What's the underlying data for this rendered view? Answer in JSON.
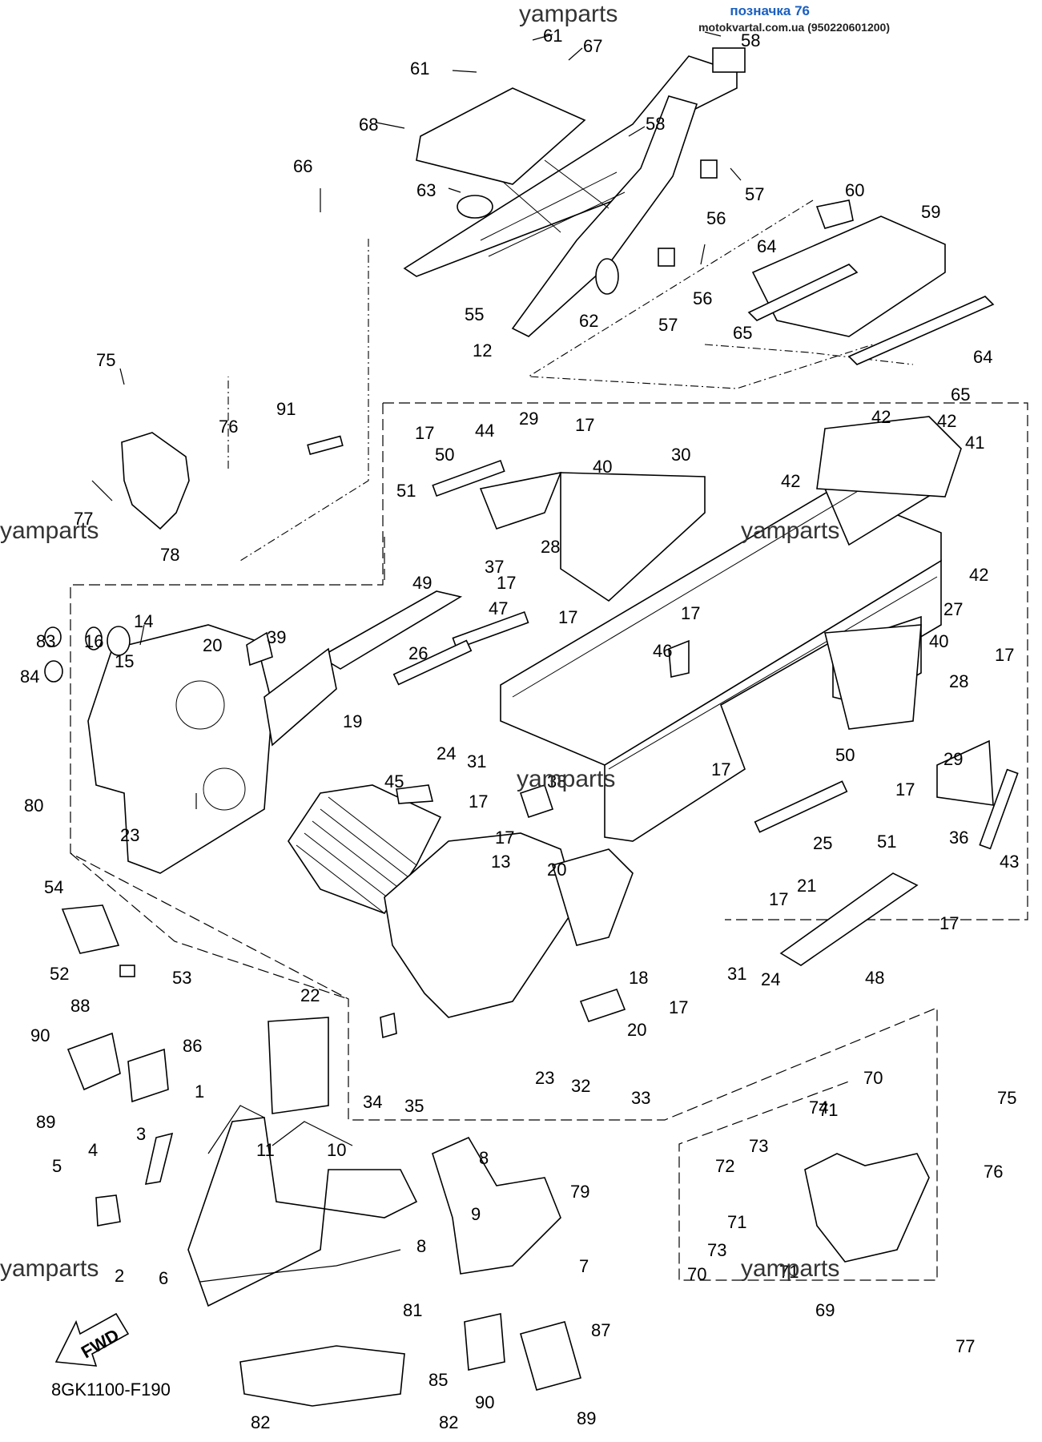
{
  "header": {
    "badge": "позначка 76",
    "source": "motokvartal.com.ua (950220601200)"
  },
  "watermark": "yamparts",
  "diagram_code": "8GK1100-F190",
  "fwd_label": "FWD",
  "callouts": [
    {
      "id": "c58a",
      "label": "58"
    },
    {
      "id": "c61a",
      "label": "61"
    },
    {
      "id": "c67",
      "label": "67"
    },
    {
      "id": "c61b",
      "label": "61"
    },
    {
      "id": "c68",
      "label": "68"
    },
    {
      "id": "c58b",
      "label": "58"
    },
    {
      "id": "c66",
      "label": "66"
    },
    {
      "id": "c63",
      "label": "63"
    },
    {
      "id": "c57a",
      "label": "57"
    },
    {
      "id": "c56a",
      "label": "56"
    },
    {
      "id": "c60",
      "label": "60"
    },
    {
      "id": "c59",
      "label": "59"
    },
    {
      "id": "c64a",
      "label": "64"
    },
    {
      "id": "c55",
      "label": "55"
    },
    {
      "id": "c62",
      "label": "62"
    },
    {
      "id": "c56b",
      "label": "56"
    },
    {
      "id": "c57b",
      "label": "57"
    },
    {
      "id": "c65a",
      "label": "65"
    },
    {
      "id": "c64b",
      "label": "64"
    },
    {
      "id": "c12",
      "label": "12"
    },
    {
      "id": "c65b",
      "label": "65"
    },
    {
      "id": "c75a",
      "label": "75"
    },
    {
      "id": "c91",
      "label": "91"
    },
    {
      "id": "c76a",
      "label": "76"
    },
    {
      "id": "c17a",
      "label": "17"
    },
    {
      "id": "c44",
      "label": "44"
    },
    {
      "id": "c29a",
      "label": "29"
    },
    {
      "id": "c17b",
      "label": "17"
    },
    {
      "id": "c42a",
      "label": "42"
    },
    {
      "id": "c42b",
      "label": "42"
    },
    {
      "id": "c50a",
      "label": "50"
    },
    {
      "id": "c40a",
      "label": "40"
    },
    {
      "id": "c30",
      "label": "30"
    },
    {
      "id": "c41",
      "label": "41"
    },
    {
      "id": "c51a",
      "label": "51"
    },
    {
      "id": "c42c",
      "label": "42"
    },
    {
      "id": "c77a",
      "label": "77"
    },
    {
      "id": "c28a",
      "label": "28"
    },
    {
      "id": "c78",
      "label": "78"
    },
    {
      "id": "c37",
      "label": "37"
    },
    {
      "id": "c42d",
      "label": "42"
    },
    {
      "id": "c49",
      "label": "49"
    },
    {
      "id": "c17c",
      "label": "17"
    },
    {
      "id": "c47",
      "label": "47"
    },
    {
      "id": "c14",
      "label": "14"
    },
    {
      "id": "c17d",
      "label": "17"
    },
    {
      "id": "c27",
      "label": "27"
    },
    {
      "id": "c83",
      "label": "83"
    },
    {
      "id": "c16",
      "label": "16"
    },
    {
      "id": "c20a",
      "label": "20"
    },
    {
      "id": "c39",
      "label": "39"
    },
    {
      "id": "c17e",
      "label": "17"
    },
    {
      "id": "c40b",
      "label": "40"
    },
    {
      "id": "c15",
      "label": "15"
    },
    {
      "id": "c26",
      "label": "26"
    },
    {
      "id": "c46",
      "label": "46"
    },
    {
      "id": "c17f",
      "label": "17"
    },
    {
      "id": "c28b",
      "label": "28"
    },
    {
      "id": "c84",
      "label": "84"
    },
    {
      "id": "c19",
      "label": "19"
    },
    {
      "id": "c24a",
      "label": "24"
    },
    {
      "id": "c31a",
      "label": "31"
    },
    {
      "id": "c17g",
      "label": "17"
    },
    {
      "id": "c29b",
      "label": "29"
    },
    {
      "id": "c50b",
      "label": "50"
    },
    {
      "id": "c45",
      "label": "45"
    },
    {
      "id": "c38",
      "label": "38"
    },
    {
      "id": "c80",
      "label": "80"
    },
    {
      "id": "c17h",
      "label": "17"
    },
    {
      "id": "c17i",
      "label": "17"
    },
    {
      "id": "c36",
      "label": "36"
    },
    {
      "id": "c23a",
      "label": "23"
    },
    {
      "id": "c17j",
      "label": "17"
    },
    {
      "id": "c51b",
      "label": "51"
    },
    {
      "id": "c25",
      "label": "25"
    },
    {
      "id": "c13",
      "label": "13"
    },
    {
      "id": "c20b",
      "label": "20"
    },
    {
      "id": "c43",
      "label": "43"
    },
    {
      "id": "c21",
      "label": "21"
    },
    {
      "id": "c17k",
      "label": "17"
    },
    {
      "id": "c54",
      "label": "54"
    },
    {
      "id": "c17l",
      "label": "17"
    },
    {
      "id": "c52",
      "label": "52"
    },
    {
      "id": "c31b",
      "label": "31"
    },
    {
      "id": "c24b",
      "label": "24"
    },
    {
      "id": "c53",
      "label": "53"
    },
    {
      "id": "c48",
      "label": "48"
    },
    {
      "id": "c18",
      "label": "18"
    },
    {
      "id": "c22",
      "label": "22"
    },
    {
      "id": "c88",
      "label": "88"
    },
    {
      "id": "c17m",
      "label": "17"
    },
    {
      "id": "c20c",
      "label": "20"
    },
    {
      "id": "c90a",
      "label": "90"
    },
    {
      "id": "c86",
      "label": "86"
    },
    {
      "id": "c23b",
      "label": "23"
    },
    {
      "id": "c32",
      "label": "32"
    },
    {
      "id": "c33",
      "label": "33"
    },
    {
      "id": "c34",
      "label": "34"
    },
    {
      "id": "c35",
      "label": "35"
    },
    {
      "id": "c70a",
      "label": "70"
    },
    {
      "id": "c1",
      "label": "1"
    },
    {
      "id": "c89a",
      "label": "89"
    },
    {
      "id": "c74",
      "label": "74"
    },
    {
      "id": "c71a",
      "label": "71"
    },
    {
      "id": "c75b",
      "label": "75"
    },
    {
      "id": "c11",
      "label": "11"
    },
    {
      "id": "c10",
      "label": "10"
    },
    {
      "id": "c3",
      "label": "3"
    },
    {
      "id": "c73a",
      "label": "73"
    },
    {
      "id": "c8a",
      "label": "8"
    },
    {
      "id": "c72",
      "label": "72"
    },
    {
      "id": "c76b",
      "label": "76"
    },
    {
      "id": "c4",
      "label": "4"
    },
    {
      "id": "c79",
      "label": "79"
    },
    {
      "id": "c5",
      "label": "5"
    },
    {
      "id": "c9",
      "label": "9"
    },
    {
      "id": "c71b",
      "label": "71"
    },
    {
      "id": "c73b",
      "label": "73"
    },
    {
      "id": "c8b",
      "label": "8"
    },
    {
      "id": "c7",
      "label": "7"
    },
    {
      "id": "c2",
      "label": "2"
    },
    {
      "id": "c6",
      "label": "6"
    },
    {
      "id": "c70b",
      "label": "70"
    },
    {
      "id": "c71c",
      "label": "71"
    },
    {
      "id": "c69",
      "label": "69"
    },
    {
      "id": "c81",
      "label": "81"
    },
    {
      "id": "c87",
      "label": "87"
    },
    {
      "id": "c77b",
      "label": "77"
    },
    {
      "id": "c85",
      "label": "85"
    },
    {
      "id": "c90b",
      "label": "90"
    },
    {
      "id": "c89b",
      "label": "89"
    },
    {
      "id": "c82a",
      "label": "82"
    },
    {
      "id": "c82b",
      "label": "82"
    }
  ]
}
